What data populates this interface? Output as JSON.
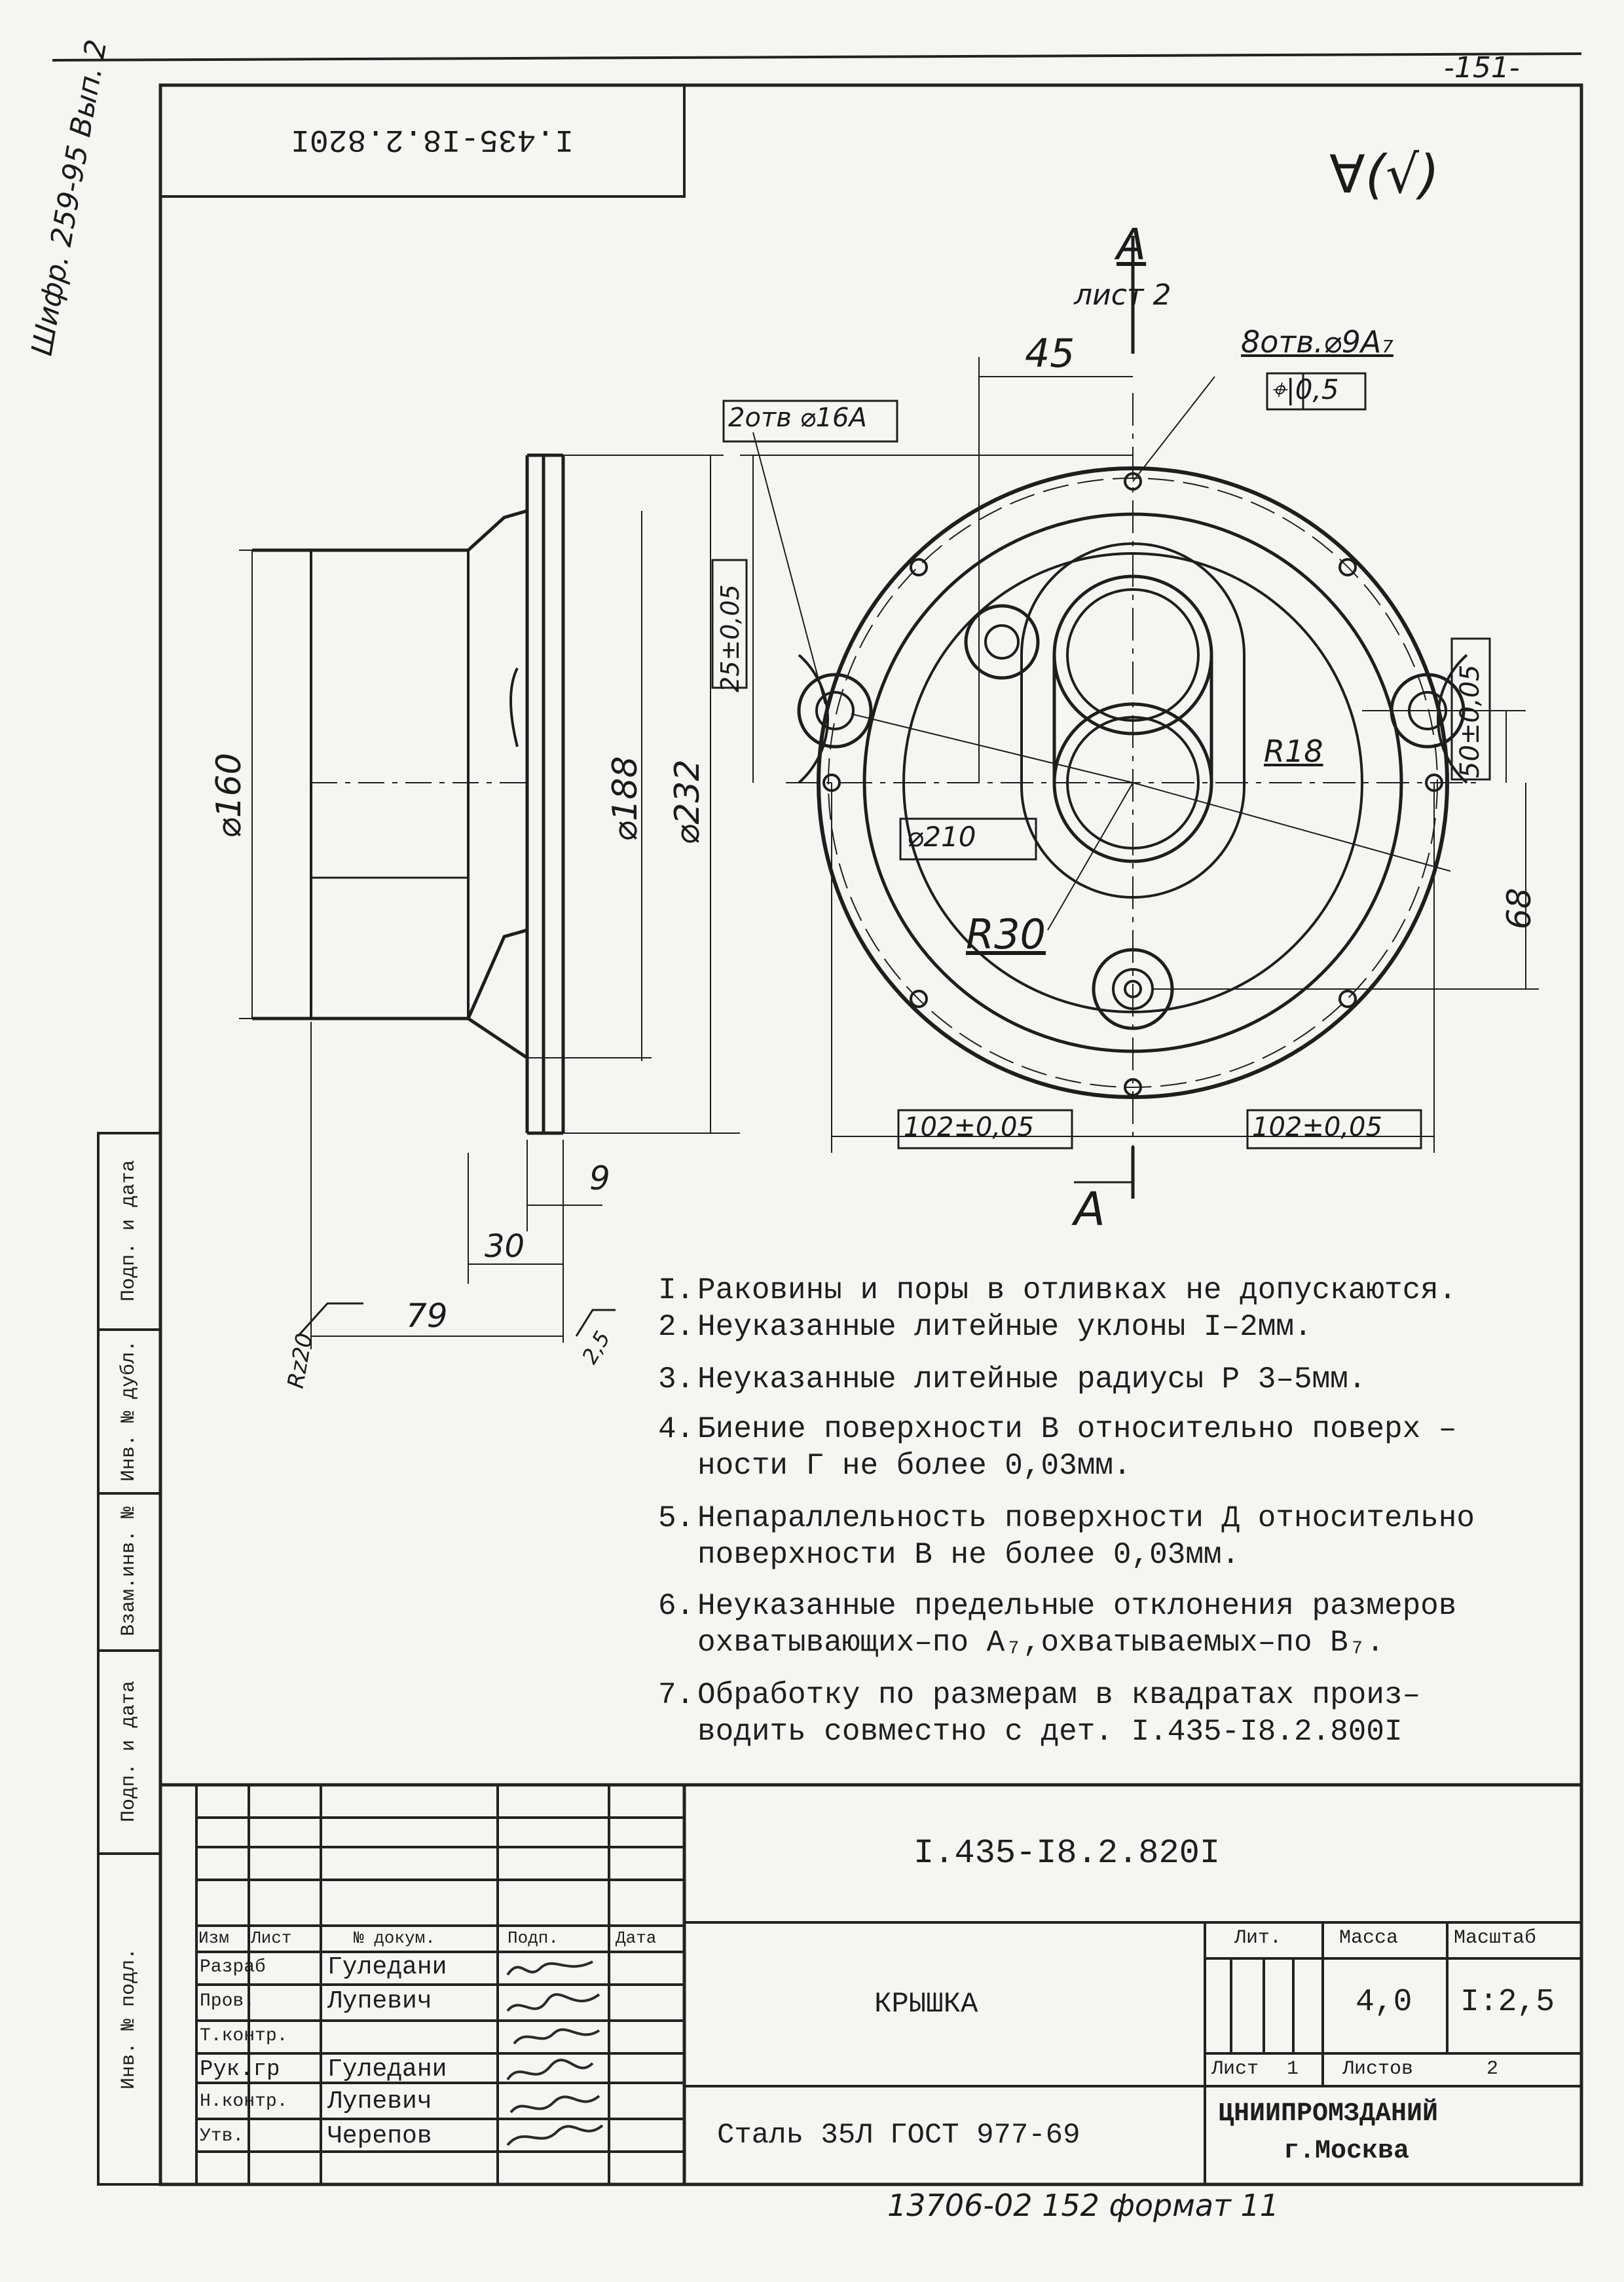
{
  "page": {
    "corner_number": "-151-",
    "side_handwriting": "Шифр. 259-95 Вып. 2",
    "stamp_top_inverted": "I.435-I8.2.820I",
    "roughness_mark": "∀(√)",
    "bottom_handwriting": "13706-02   152   формат 11"
  },
  "drawing": {
    "section_label": "А",
    "section_sheet": "лист 2",
    "dim_45": "45",
    "holes_8": "8отв.⌀9А₇",
    "tolerance_frame": "⌖|0,5",
    "holes_2": "2отв ⌀16А",
    "dim_25": "25±0,05",
    "dim_phi210": "⌀210",
    "dim_50": "50±0,05",
    "dim_r18": "R18",
    "dim_r30": "R30",
    "dim_68": "68",
    "dim_102_left": "102±0,05",
    "dim_102_right": "102±0,05",
    "dim_phi160": "⌀160",
    "dim_phi188": "⌀188",
    "dim_phi232": "⌀232",
    "dim_9": "9",
    "dim_30": "30",
    "dim_79": "79",
    "rough_rz20": "Rz20",
    "rough_25": "2,5",
    "section_A": "А"
  },
  "notes": [
    {
      "num": "I.",
      "text": "Раковины и поры в отливках не допускаются."
    },
    {
      "num": "2.",
      "text": "Неуказанные литейные уклоны I–2мм."
    },
    {
      "num": "3.",
      "text": "Неуказанные литейные радиусы Р 3–5мм."
    },
    {
      "num": "4.",
      "text": "Биение поверхности В относительно поверх –"
    },
    {
      "num": "",
      "text": "ности Г не более 0,03мм."
    },
    {
      "num": "5.",
      "text": "Непараллельность поверхности Д относительно"
    },
    {
      "num": "",
      "text": "поверхности В не более 0,03мм."
    },
    {
      "num": "6.",
      "text": "Неуказанные предельные отклонения размеров"
    },
    {
      "num": "",
      "text": "охватывающих–по А₇,охватываемых–по В₇."
    },
    {
      "num": "7.",
      "text": "Обработку по размерам в квадратах произ–"
    },
    {
      "num": "",
      "text": "водить совместно с дет. I.435-I8.2.800I"
    }
  ],
  "left_strip": [
    "Подп. и дата",
    "Инв. № дубл.",
    "Взам.инв. №",
    "Подп. и дата",
    "Инв. № подл."
  ],
  "titleblock": {
    "designation": "I.435-I8.2.820I",
    "name": "КРЫШКА",
    "material": "Сталь 35Л  ГОСТ 977-69",
    "org_line1": "ЦНИИПРОМЗДАНИЙ",
    "org_line2": "г.Москва",
    "head_lit": "Лит.",
    "head_mass": "Масса",
    "head_scale": "Масштаб",
    "mass": "4,0",
    "scale": "I:2,5",
    "sheet_label": "Лист",
    "sheet_num": "1",
    "sheets_label": "Листов",
    "sheets_num": "2",
    "col_headers": [
      "Изм",
      "Лист",
      "№ докум.",
      "Подп.",
      "Дата"
    ],
    "roles": [
      {
        "role": "Разраб",
        "name": "Гуледани"
      },
      {
        "role": "Пров.",
        "name": "Лупевич"
      },
      {
        "role": "Т.контр.",
        "name": ""
      },
      {
        "role": "Рук.гр",
        "name": "Гуледани"
      },
      {
        "role": "Н.контр.",
        "name": "Лупевич"
      },
      {
        "role": "Утв.",
        "name": "Черепов"
      }
    ]
  }
}
